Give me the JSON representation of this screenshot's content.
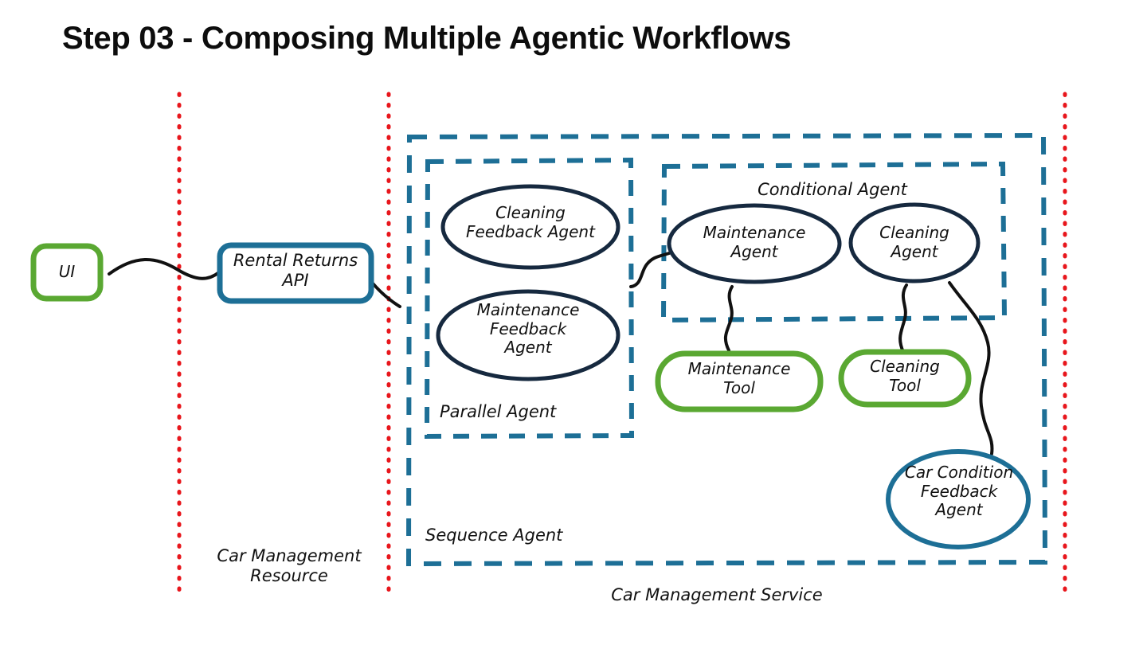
{
  "title": "Step 03 - Composing Multiple Agentic Workflows",
  "colors": {
    "green": "#5aa832",
    "teal": "#1d6f96",
    "navy": "#16293f",
    "red_dotted": "#e8161c",
    "connector": "#111111",
    "background": "#ffffff",
    "text": "#111111"
  },
  "boundaries": [
    {
      "name": "resource-divider-left",
      "style": "red-dotted-vertical"
    },
    {
      "name": "resource-divider-middle",
      "style": "red-dotted-vertical"
    },
    {
      "name": "service-divider-right",
      "style": "red-dotted-vertical"
    }
  ],
  "zones": [
    {
      "id": "car-management-resource",
      "label": "Car Management\nResource",
      "style": "red-dotted-column"
    },
    {
      "id": "car-management-service",
      "label": "Car Management Service",
      "style": "red-dotted-column"
    },
    {
      "id": "sequence-agent",
      "label": "Sequence Agent",
      "style": "teal-dashed-box"
    },
    {
      "id": "parallel-agent",
      "label": "Parallel Agent",
      "style": "teal-dashed-box"
    },
    {
      "id": "conditional-agent",
      "label": "Conditional Agent",
      "style": "teal-dashed-box"
    }
  ],
  "nodes": [
    {
      "id": "ui",
      "label": "UI",
      "shape": "rounded-rect",
      "color": "green"
    },
    {
      "id": "rental-returns-api",
      "label": "Rental Returns\nAPI",
      "shape": "rounded-rect",
      "color": "teal"
    },
    {
      "id": "cleaning-feedback-agent",
      "label": "Cleaning\nFeedback Agent",
      "shape": "ellipse",
      "color": "navy"
    },
    {
      "id": "maintenance-feedback-agent",
      "label": "Maintenance\nFeedback\nAgent",
      "shape": "ellipse",
      "color": "navy"
    },
    {
      "id": "maintenance-agent",
      "label": "Maintenance\nAgent",
      "shape": "ellipse",
      "color": "navy"
    },
    {
      "id": "cleaning-agent",
      "label": "Cleaning\nAgent",
      "shape": "ellipse",
      "color": "navy"
    },
    {
      "id": "maintenance-tool",
      "label": "Maintenance\nTool",
      "shape": "pill",
      "color": "green"
    },
    {
      "id": "cleaning-tool",
      "label": "Cleaning\nTool",
      "shape": "pill",
      "color": "green"
    },
    {
      "id": "car-condition-feedback-agent",
      "label": "Car Condition\nFeedback\nAgent",
      "shape": "ellipse",
      "color": "teal"
    }
  ],
  "connectors": [
    {
      "id": "ui-to-rental-returns-api",
      "from": "ui",
      "to": "rental-returns-api"
    },
    {
      "id": "rental-returns-api-to-sequence-agent",
      "from": "rental-returns-api",
      "to": "sequence-agent"
    },
    {
      "id": "parallel-agent-to-maintenance-agent",
      "from": "parallel-agent",
      "to": "maintenance-agent"
    },
    {
      "id": "maintenance-agent-to-maintenance-tool",
      "from": "maintenance-agent",
      "to": "maintenance-tool"
    },
    {
      "id": "cleaning-agent-to-cleaning-tool",
      "from": "cleaning-agent",
      "to": "cleaning-tool"
    },
    {
      "id": "cleaning-agent-to-car-condition-feedback-agent",
      "from": "cleaning-agent",
      "to": "car-condition-feedback-agent"
    }
  ]
}
